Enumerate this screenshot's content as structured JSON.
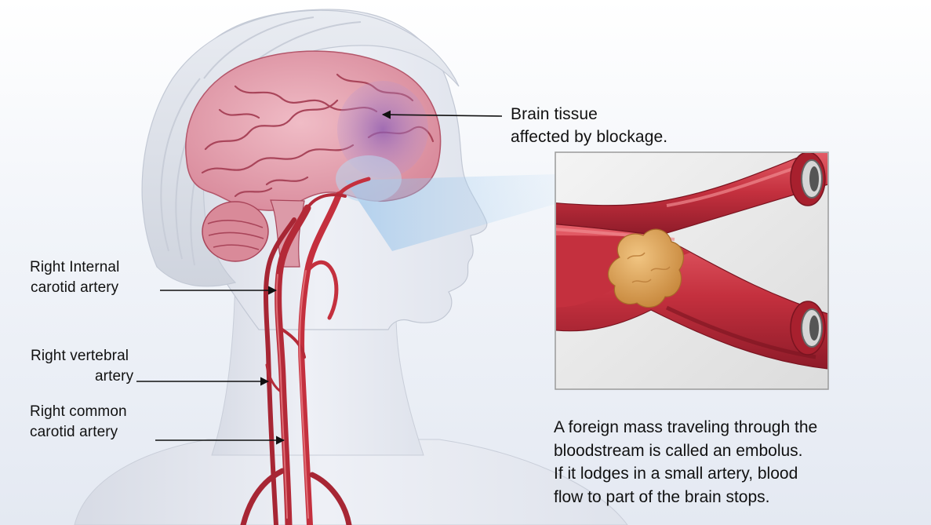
{
  "labels": {
    "brain_tissue": [
      "Brain tissue",
      "affected by blockage."
    ],
    "internal_carotid": [
      "Right Internal",
      "carotid artery"
    ],
    "vertebral": [
      "Right vertebral",
      "artery"
    ],
    "common_carotid": [
      "Right common",
      "carotid artery"
    ]
  },
  "caption": [
    "A foreign mass traveling through the",
    "bloodstream is called an embolus.",
    "If it lodges in a small artery, blood",
    "flow to part of the brain stops."
  ],
  "colors": {
    "artery": "#c4303e",
    "artery_dark": "#8e1b29",
    "brain": "#e8a7b4",
    "embolus": "#e0a45c",
    "skin": "#e9ecf3",
    "affected_region": "#8a5ab4",
    "inset_bg": "#ebebeb"
  },
  "icons": [
    "arrow-icon"
  ]
}
